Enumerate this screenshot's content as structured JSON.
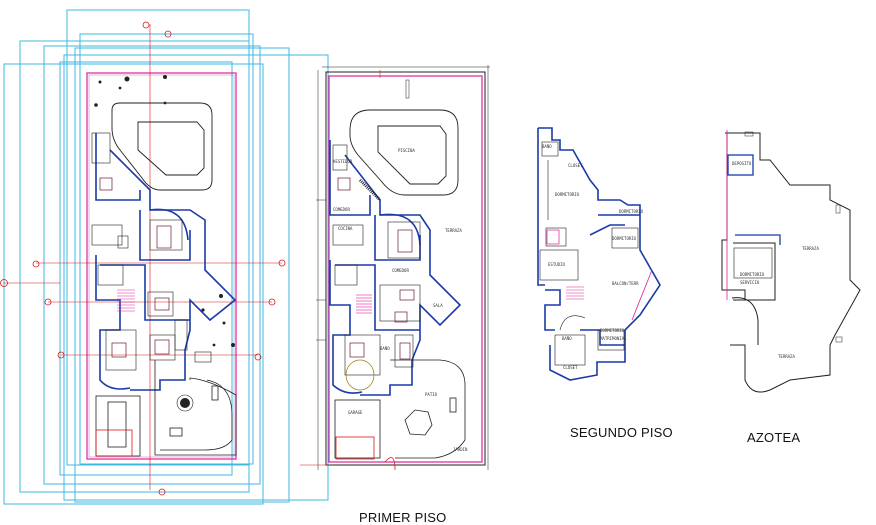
{
  "titles": {
    "primer_piso": "PRIMER PISO",
    "segundo_piso": "SEGUNDO PISO",
    "azotea": "AZOTEA"
  },
  "colors": {
    "cyan": "#40b8e0",
    "magenta": "#e0209a",
    "blue": "#1a3aa8",
    "red": "#d81818",
    "dark": "#202020"
  }
}
